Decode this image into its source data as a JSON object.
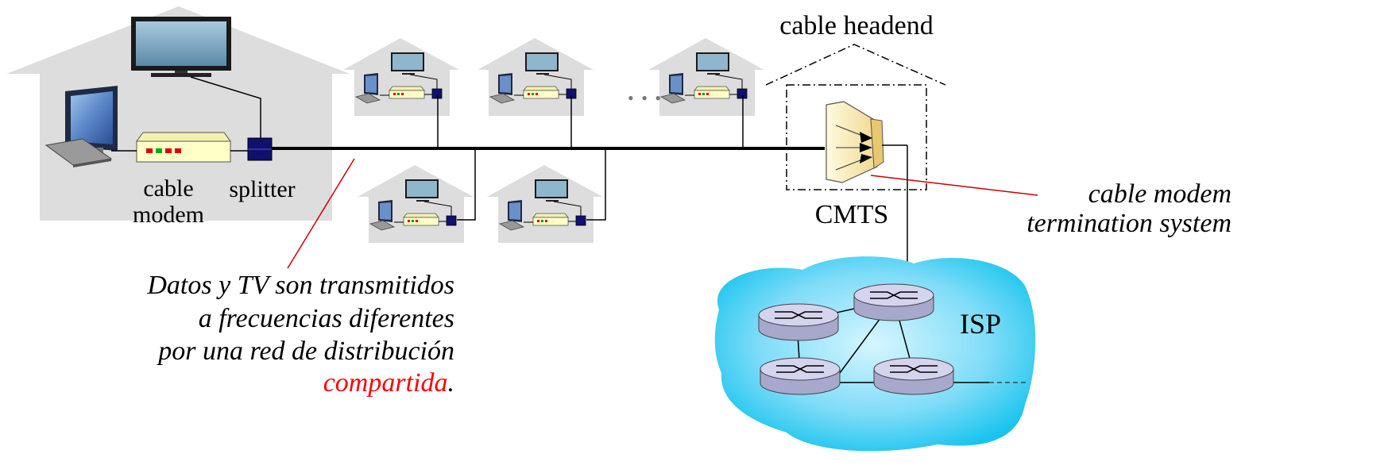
{
  "labels": {
    "cable_headend": "cable headend",
    "cable": "cable",
    "modem": "modem",
    "splitter": "splitter",
    "cmts": "CMTS",
    "cmts_desc_1": "cable modem",
    "cmts_desc_2": "termination system",
    "isp": "ISP",
    "ellipsis": "• • •"
  },
  "caption": {
    "line1": "Datos y TV son transmitidos",
    "line2": "a frecuencias diferentes",
    "line3": "por una red de distribución",
    "line4_highlight": "compartida",
    "line4_tail": "."
  },
  "colors": {
    "house": "#dddddd",
    "modem_body": "#ffffc8",
    "splitter": "#10106e",
    "router": "#c8c8e6",
    "cloud_light": "#d0f4ff",
    "cloud_dark": "#22c8f0",
    "annotation_line": "#cc0000",
    "highlight_text": "#ff0000"
  }
}
